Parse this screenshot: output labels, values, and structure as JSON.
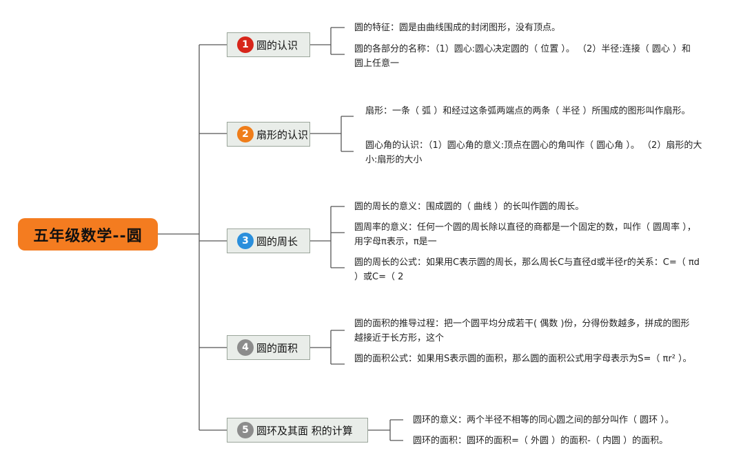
{
  "root": {
    "title": "五年级数学--圆",
    "color": "#f47c20"
  },
  "topics": [
    {
      "number": "1",
      "label": "圆的认识",
      "badge_color": "#d7261b"
    },
    {
      "number": "2",
      "label": "扇形的认识",
      "badge_color": "#ef7d1a"
    },
    {
      "number": "3",
      "label": "圆的周长",
      "badge_color": "#2a8fdc"
    },
    {
      "number": "4",
      "label": "圆的面积",
      "badge_color": "#8c8c8c"
    },
    {
      "number": "5",
      "label": "圆环及其面 积的计算",
      "badge_color": "#8c8c8c"
    }
  ],
  "details": {
    "t1": [
      "圆的特征：圆是由曲线围成的封闭图形，没有顶点。",
      "圆的各部分的名称：（1）圆心:圆心决定圆的（ 位置 ）。 （2）半径:连接（ 圆心 ）和圆上任意一"
    ],
    "t2": [
      "扇形：一条（ 弧 ）和经过这条弧两端点的两条（ 半径 ）所围成的图形叫作扇形。",
      "圆心角的认识：（1）圆心角的意义:顶点在圆心的角叫作（ 圆心角 ）。 （2）扇形的大小:扇形的大小"
    ],
    "t3": [
      "圆的周长的意义：围成圆的（ 曲线 ）的长叫作圆的周长。",
      "圆周率的意义：任何一个圆的周长除以直径的商都是一个固定的数，叫作（ 圆周率 ），用字母π表示，π是一",
      "圆的周长的公式：如果用C表示圆的周长，那么周长C与直径d或半径r的关系：C=（ πd ）或C=（ 2"
    ],
    "t4": [
      "圆的面积的推导过程：把一个圆平均分成若干( 偶数 )份，分得份数越多，拼成的图形越接近于长方形，这个",
      "圆的面积公式：如果用S表示圆的面积，那么圆的面积公式用字母表示为S=（ πr² ）。"
    ],
    "t5": [
      "圆环的意义：两个半径不相等的同心圆之间的部分叫作（ 圆环 ）。",
      "圆环的面积：圆环的面积=（ 外圆 ）的面积-（ 内圆 ）的面积。"
    ]
  }
}
